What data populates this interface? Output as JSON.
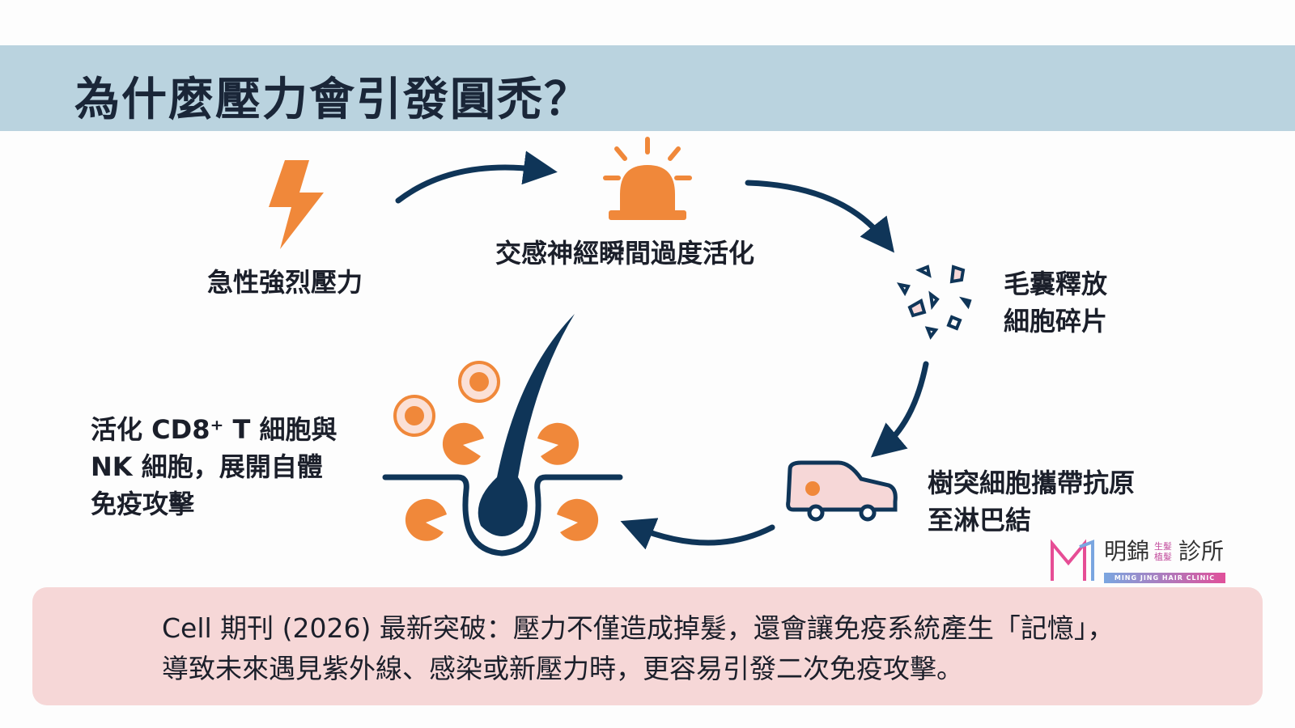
{
  "title": "為什麼壓力會引發圓禿？",
  "steps": [
    {
      "label": "急性強烈壓力",
      "icon": "lightning-icon"
    },
    {
      "label": "交感神經瞬間過度活化",
      "icon": "alarm-siren-icon"
    },
    {
      "label_lines": [
        "毛囊釋放",
        "細胞碎片"
      ],
      "icon": "cell-debris-icon"
    },
    {
      "label_lines": [
        "樹突細胞攜帶抗原",
        "至淋巴結"
      ],
      "icon": "dendritic-cell-car-icon"
    },
    {
      "label_lines": [
        "活化 CD8⁺ T 細胞與",
        "NK 細胞，展開自體",
        "免疫攻擊"
      ],
      "icon": "hair-follicle-attack-icon"
    }
  ],
  "note": {
    "icon": "microscope-icon",
    "lines": [
      "Cell 期刊 (2026) 最新突破：壓力不僅造成掉髮，還會讓免疫系統產生「記憶」，",
      "導致未來遇見紫外線、感染或新壓力時，更容易引發二次免疫攻擊。"
    ]
  },
  "logo": {
    "name": "明錦",
    "sub_lines": [
      "生髮",
      "植髮"
    ],
    "suffix": "診所",
    "english": "MING JING HAIR CLINIC"
  },
  "colors": {
    "accent": "#f0883a",
    "navy": "#0f3558",
    "header": "#bad3df",
    "note_bg": "#f6d7d7"
  }
}
